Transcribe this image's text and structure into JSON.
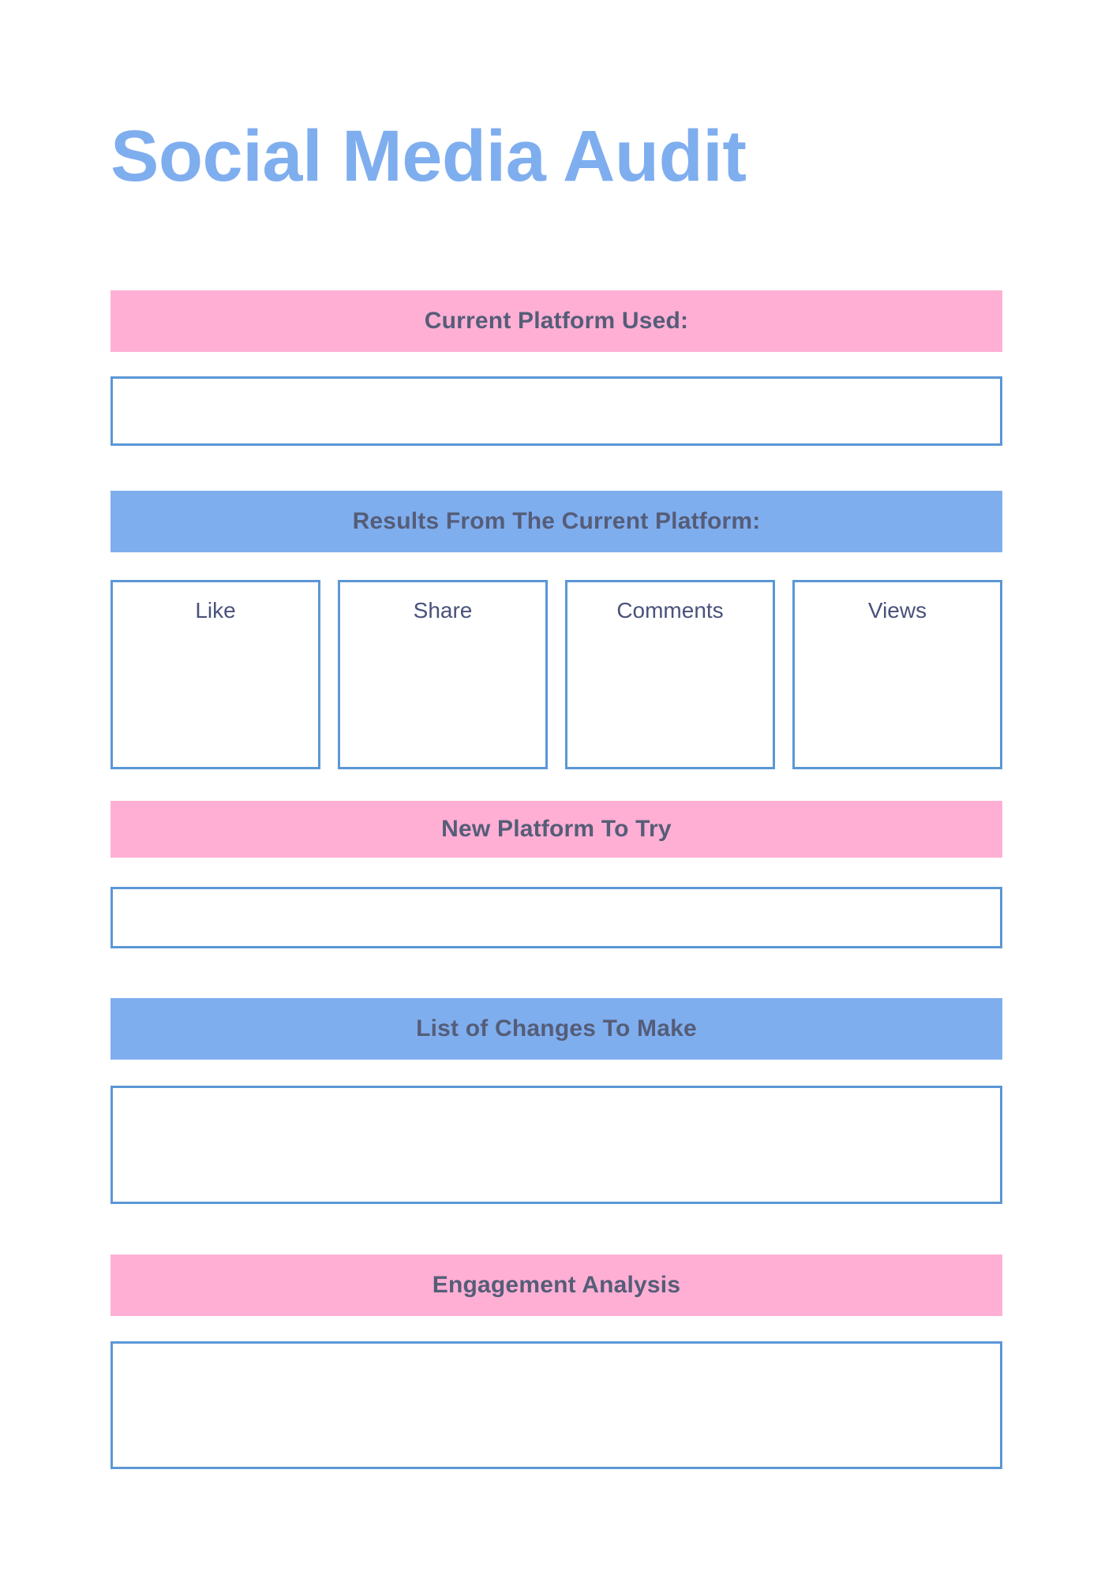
{
  "page": {
    "title": "Social Media Audit",
    "background_color": "#FFFFFF",
    "accent_pink": "#FFAFD4",
    "accent_blue": "#7FAEEF",
    "border_blue": "#5B97D6",
    "heading_text_color": "#555D78"
  },
  "sections": {
    "current_platform": {
      "heading": "Current Platform Used:",
      "band_color": "#FFAFD4",
      "input_value": "",
      "placeholder": ""
    },
    "results": {
      "heading": "Results From The Current Platform:",
      "band_color": "#7FAEEF",
      "metrics": [
        {
          "label": "Like",
          "value": ""
        },
        {
          "label": "Share",
          "value": ""
        },
        {
          "label": "Comments",
          "value": ""
        },
        {
          "label": "Views",
          "value": ""
        }
      ]
    },
    "new_platform": {
      "heading": "New Platform To Try",
      "band_color": "#FFAFD4",
      "input_value": "",
      "placeholder": ""
    },
    "changes": {
      "heading": "List of Changes To Make",
      "band_color": "#7FAEEF",
      "input_value": "",
      "placeholder": ""
    },
    "engagement": {
      "heading": "Engagement Analysis",
      "band_color": "#FFAFD4",
      "input_value": "",
      "placeholder": ""
    }
  }
}
